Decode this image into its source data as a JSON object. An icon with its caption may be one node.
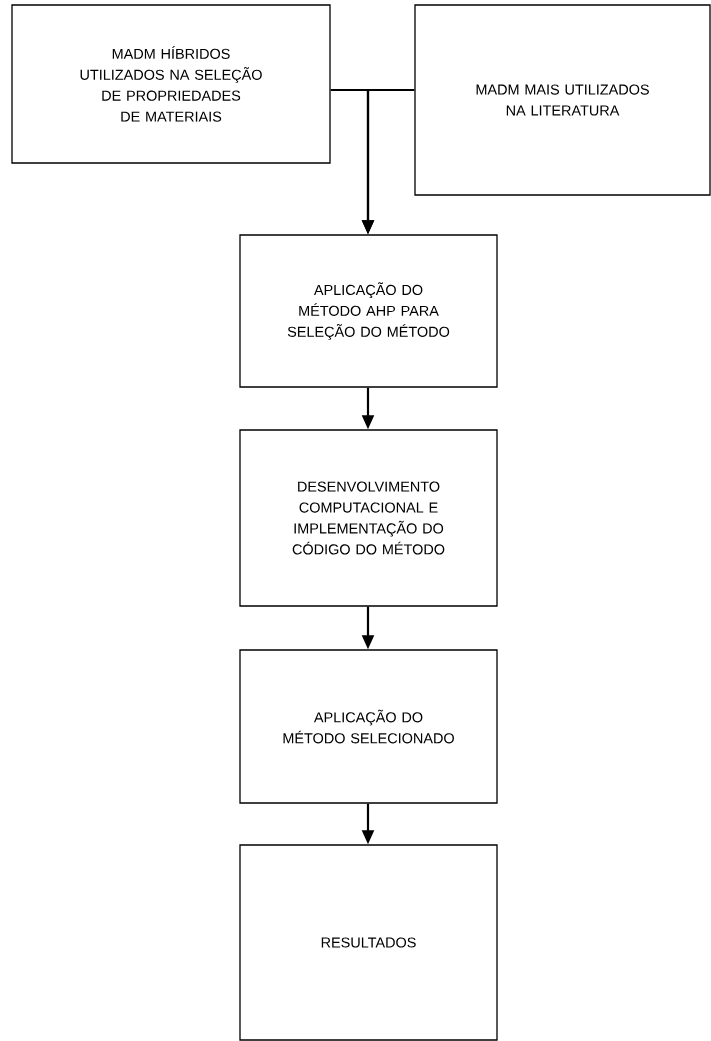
{
  "diagram": {
    "nodes": [
      {
        "text": [
          "MADM HÍBRIDOS UTILIZADOS NA SELEÇÃO DE PROPRIEDADES DE MATERIAIS"
        ]
      },
      {
        "text": [
          "MADM MAIS UTILIZADOS NA LITERATURA"
        ]
      },
      {
        "text": [
          "APLICAÇÃO DO MÉTODO AHP PARA SELEÇÃO DO MÉTODO"
        ]
      },
      {
        "text": [
          "DESENVOLVIMENTO COMPUTACIONAL E IMPLEMENTAÇÃO DO CÓDIGO DO MÉTODO"
        ]
      },
      {
        "text": [
          "APLICAÇÃO DO MÉTODO SELECIONADO"
        ]
      },
      {
        "text": [
          "RESULTADOS"
        ]
      }
    ],
    "edges": [
      {
        "from": 0,
        "to": 2,
        "arrow": "to"
      },
      {
        "from": 1,
        "to": 2,
        "arrow": "to"
      },
      {
        "from": 2,
        "to": 3,
        "arrow": "to"
      },
      {
        "from": 3,
        "to": 4,
        "arrow": "to"
      },
      {
        "from": 4,
        "to": 5,
        "arrow": "to"
      }
    ]
  }
}
